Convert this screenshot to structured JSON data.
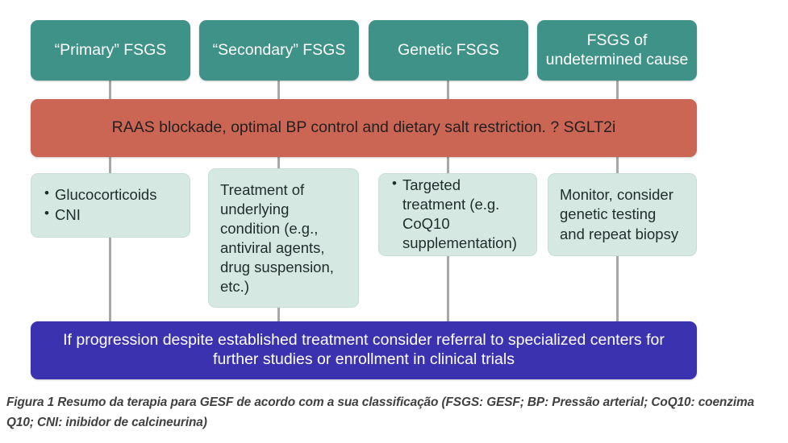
{
  "figure": {
    "title": "FSGS therapy summary flow diagram",
    "caption": "Figura 1 Resumo da terapia para GESF de acordo com a sua classificação (FSGS: GESF; BP: Pressão arterial; CoQ10: coenzima Q10; CNI: inibidor de calcineurina)"
  },
  "colors": {
    "category_box": "#3f9287",
    "category_text": "#ffffff",
    "raas_box": "#cc6654",
    "raas_text": "#231f20",
    "treatment_box": "#d5e8e2",
    "treatment_border": "#c6ded7",
    "treatment_text": "#1f2d2b",
    "referral_box": "#3b32b0",
    "referral_text": "#ffffff",
    "connector": "#a8a8a8",
    "caption_text": "#404040",
    "background": "#ffffff"
  },
  "categories": [
    {
      "id": "primary",
      "label": "“Primary” FSGS"
    },
    {
      "id": "secondary",
      "label": "“Secondary” FSGS"
    },
    {
      "id": "genetic",
      "label": "Genetic FSGS"
    },
    {
      "id": "undetermined",
      "label": "FSGS of undetermined cause"
    }
  ],
  "raas": {
    "label": "RAAS blockade, optimal BP control and dietary salt restriction. ? SGLT2i"
  },
  "treatments": [
    {
      "id": "primary-treatment",
      "style": "bulleted",
      "items": [
        "Glucocorticoids",
        "CNI"
      ]
    },
    {
      "id": "secondary-treatment",
      "style": "plain",
      "text": "Treatment of underlying condition (e.g., antiviral agents, drug suspension, etc.)"
    },
    {
      "id": "genetic-treatment",
      "style": "bulleted",
      "items": [
        "Targeted treatment (e.g. CoQ10 supplementation)"
      ]
    },
    {
      "id": "undetermined-treatment",
      "style": "plain",
      "text": "Monitor, consider genetic testing and repeat biopsy"
    }
  ],
  "referral": {
    "label": "If progression despite established treatment consider referral to specialized centers for further studies or enrollment in clinical trials"
  }
}
